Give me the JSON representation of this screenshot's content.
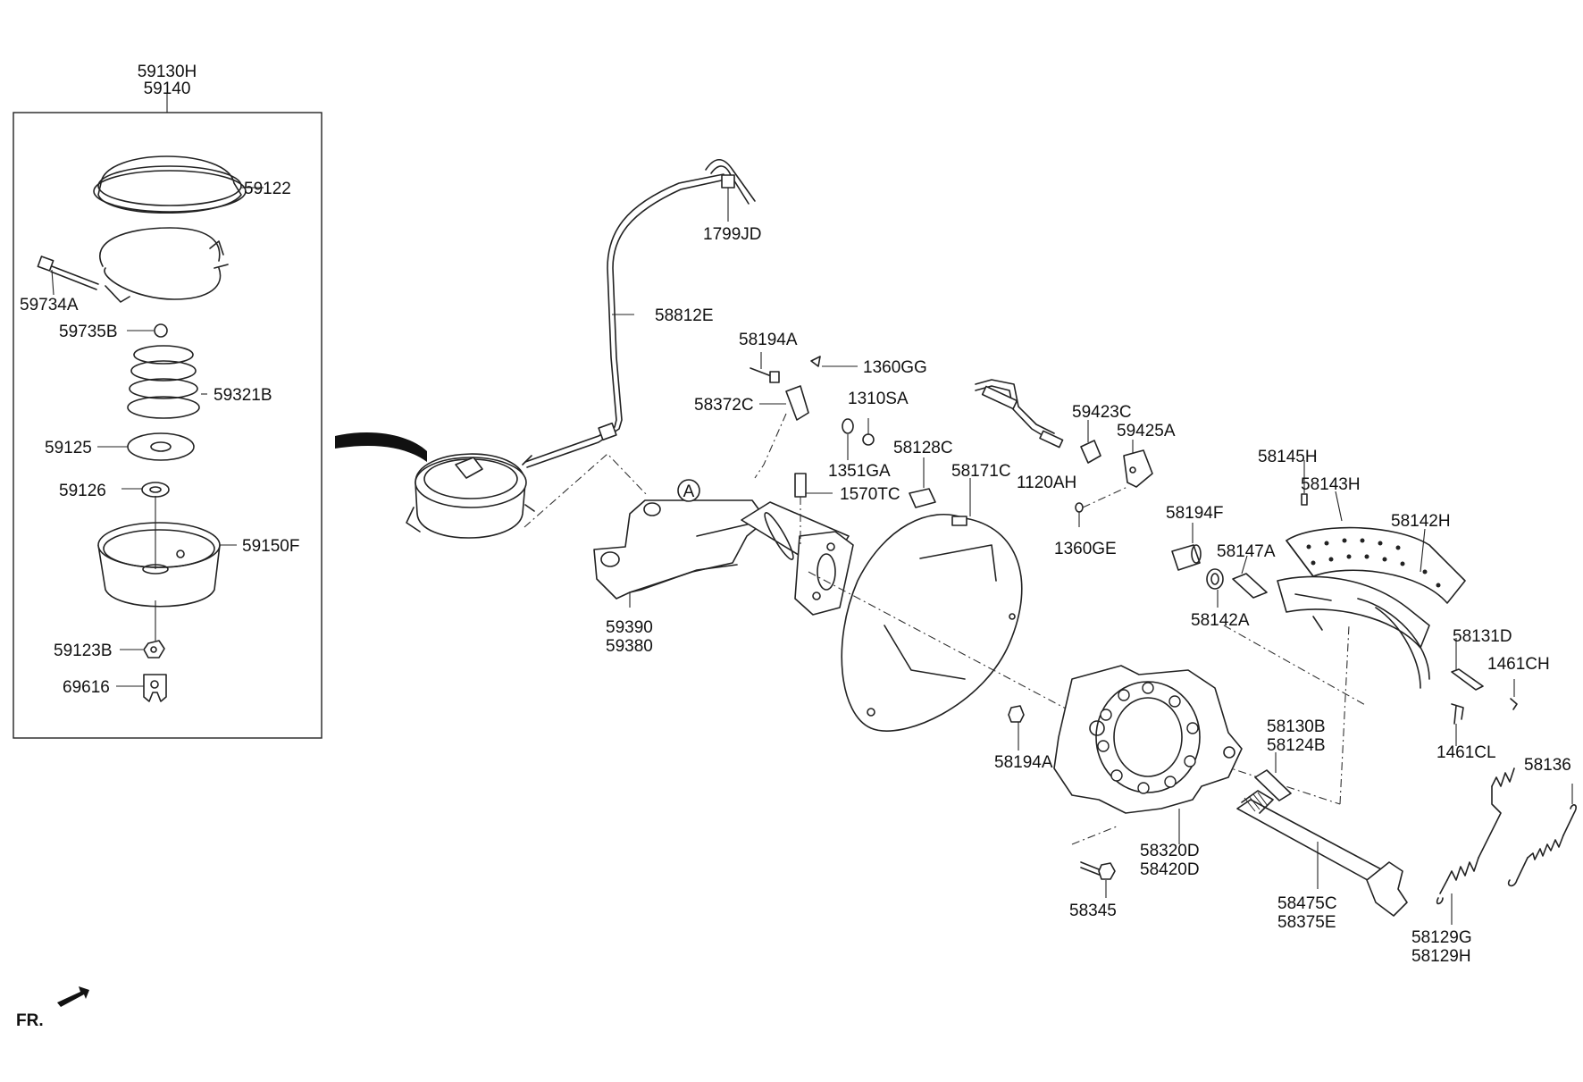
{
  "diagram": {
    "title_labels": [
      "59130H",
      "59140"
    ],
    "parts": {
      "p59122": "59122",
      "p59734A": "59734A",
      "p59735B": "59735B",
      "p59321B": "59321B",
      "p59125": "59125",
      "p59126": "59126",
      "p59150F": "59150F",
      "p59123B": "59123B",
      "p69616": "69616",
      "p1799JD": "1799JD",
      "p58812E": "58812E",
      "p58194A_top": "58194A",
      "p1360GG": "1360GG",
      "p58372C": "58372C",
      "p1310SA": "1310SA",
      "p1351GA": "1351GA",
      "p58128C": "58128C",
      "p1570TC": "1570TC",
      "p58171C": "58171C",
      "p1120AH": "1120AH",
      "p59423C": "59423C",
      "p59425A": "59425A",
      "p1360GE": "1360GE",
      "p58194F": "58194F",
      "p58147A": "58147A",
      "p58142A": "58142A",
      "p58145H": "58145H",
      "p58143H": "58143H",
      "p58142H": "58142H",
      "p58131D": "58131D",
      "p1461CH": "1461CH",
      "p1461CL": "1461CL",
      "p59390": "59390",
      "p59380": "59380",
      "p58194A_bottom": "58194A",
      "p58130B": "58130B",
      "p58124B": "58124B",
      "p58136": "58136",
      "p58320D": "58320D",
      "p58420D": "58420D",
      "p58345": "58345",
      "p58475C": "58475C",
      "p58375E": "58375E",
      "p58129G": "58129G",
      "p58129H": "58129H"
    },
    "callout_A": "A",
    "front_label": "FR."
  }
}
